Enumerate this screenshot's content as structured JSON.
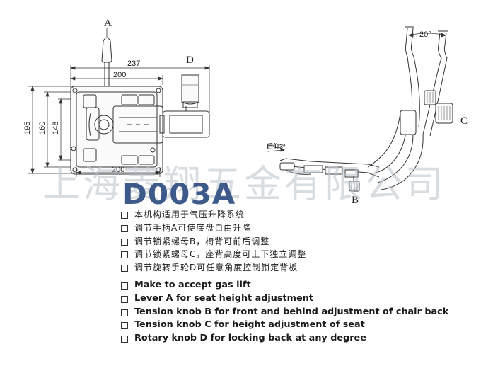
{
  "watermark": "上海菱翔五金有限公司",
  "model": "D003A",
  "labels": {
    "lever_a": "A",
    "knob_d": "D",
    "knob_c": "C",
    "knob_b": "B",
    "angle_20": "20°",
    "angle_back": "后仰3°"
  },
  "dimensions": {
    "d237": "237",
    "d200_top": "200",
    "d200_bottom": "200",
    "d195": "195",
    "d160": "160",
    "d148": "148"
  },
  "features_cn": [
    "本机构适用于气压升降系统",
    "调节手柄A可使底盘自由升降",
    "调节锁紧螺母B，椅背可前后调整",
    "调节锁紧螺母C，座背高度可上下独立调整",
    "调节旋转手轮D可任意角度控制锁定背板"
  ],
  "features_en": [
    "Make to accept gas lift",
    "Lever A for seat height adjustment",
    "Tension knob B for front and behind adjustment of chair back",
    "Tension knob C for height adjustment of seat",
    "Rotary knob D for locking back at any degree"
  ]
}
